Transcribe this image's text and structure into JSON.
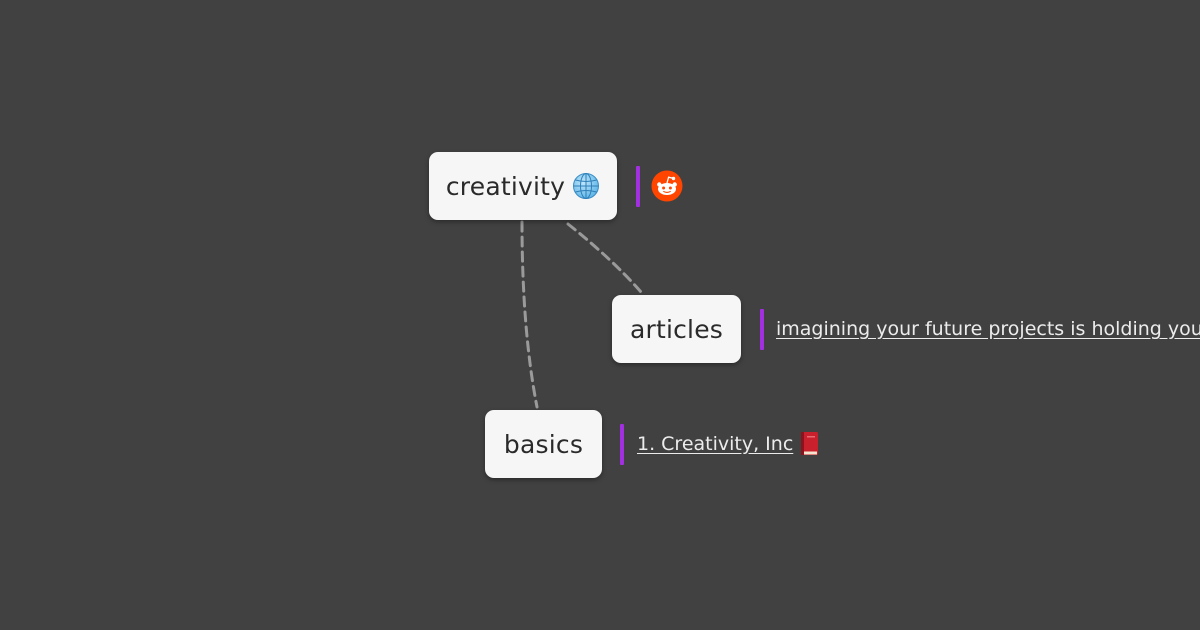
{
  "mindmap": {
    "root": {
      "label": "creativity",
      "icon": "globe-icon",
      "attachment_icon": "reddit-icon"
    },
    "children": [
      {
        "label": "articles",
        "link_text": "imagining your future projects is holding you b"
      },
      {
        "label": "basics",
        "link_text": "1. Creativity, Inc ",
        "link_icon": "book-icon"
      }
    ]
  },
  "colors": {
    "background": "#414141",
    "node_fill": "#f6f6f6",
    "node_text": "#2a2a2a",
    "accent_bar": "#a22fe0",
    "edge": "#9a9a9a",
    "link_text": "#ececec",
    "reddit": "#ff4500"
  }
}
